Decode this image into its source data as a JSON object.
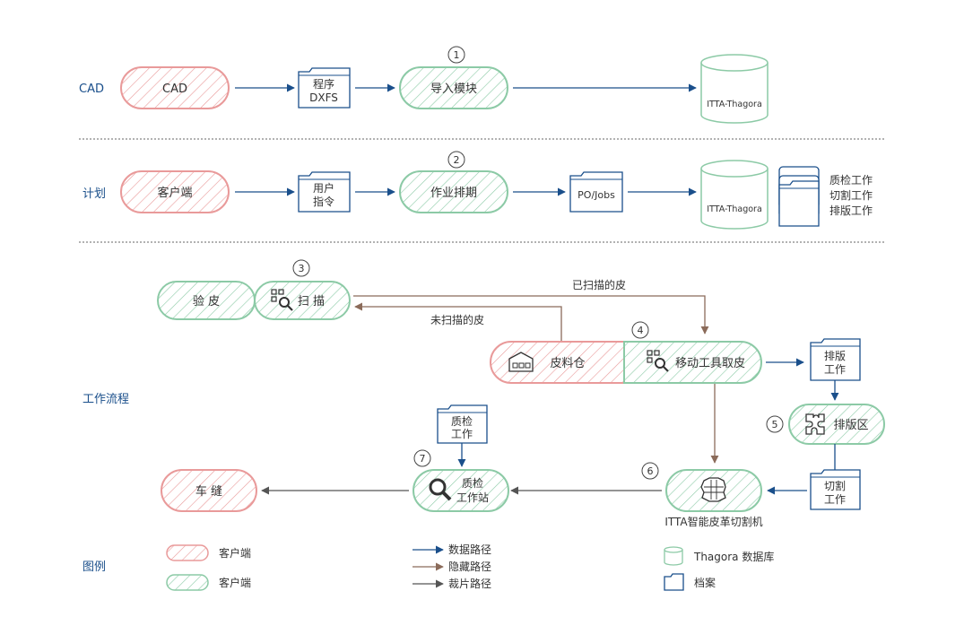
{
  "colors": {
    "data_path": "#1a4f8b",
    "hidden_path": "#8b6b5a",
    "cut_path": "#555555",
    "client_red": "#e99a9a",
    "client_green": "#8ccaa6",
    "db": "#8ccaa6",
    "text": "#333333",
    "label_blue": "#1a4f8b"
  },
  "rows": {
    "cad": "CAD",
    "plan": "计划",
    "workflow": "工作流程",
    "legend": "图例"
  },
  "row1": {
    "cad_pill": "CAD",
    "doc_line1": "程序",
    "doc_line2": "DXFS",
    "import_pill": "导入模块",
    "step": "1",
    "db": "ITTA-Thagora"
  },
  "row2": {
    "client_pill": "客户端",
    "doc_line1": "用户",
    "doc_line2": "指令",
    "schedule_pill": "作业排期",
    "step": "2",
    "jobs_doc": "PO/Jobs",
    "db": "ITTA-Thagora",
    "stack_items": [
      "质检工作",
      "切割工作",
      "排版工作"
    ]
  },
  "workflow": {
    "inspect_pill": "验 皮",
    "scan_pill": "扫 描",
    "step3": "3",
    "scanned_label": "已扫描的皮",
    "unscanned_label": "未扫描的皮",
    "warehouse": "皮料仓",
    "mobile": "移动工具取皮",
    "step4": "4",
    "nesting_doc_line1": "排版",
    "nesting_doc_line2": "工作",
    "nesting_zone": "排版区",
    "step5": "5",
    "cut_doc_line1": "切割",
    "cut_doc_line2": "工作",
    "step6": "6",
    "cutter_label": "ITTA智能皮革切割机",
    "qc_doc_line1": "质检",
    "qc_doc_line2": "工作",
    "step7": "7",
    "qc_station_line1": "质检",
    "qc_station_line2": "工作站",
    "sewing_pill": "车 缝"
  },
  "legend": {
    "red_client": "客户端",
    "green_client": "客户端",
    "data_path": "数据路径",
    "hidden_path": "隐藏路径",
    "cut_path": "裁片路径",
    "db": "Thagora 数据库",
    "archive": "档案"
  }
}
